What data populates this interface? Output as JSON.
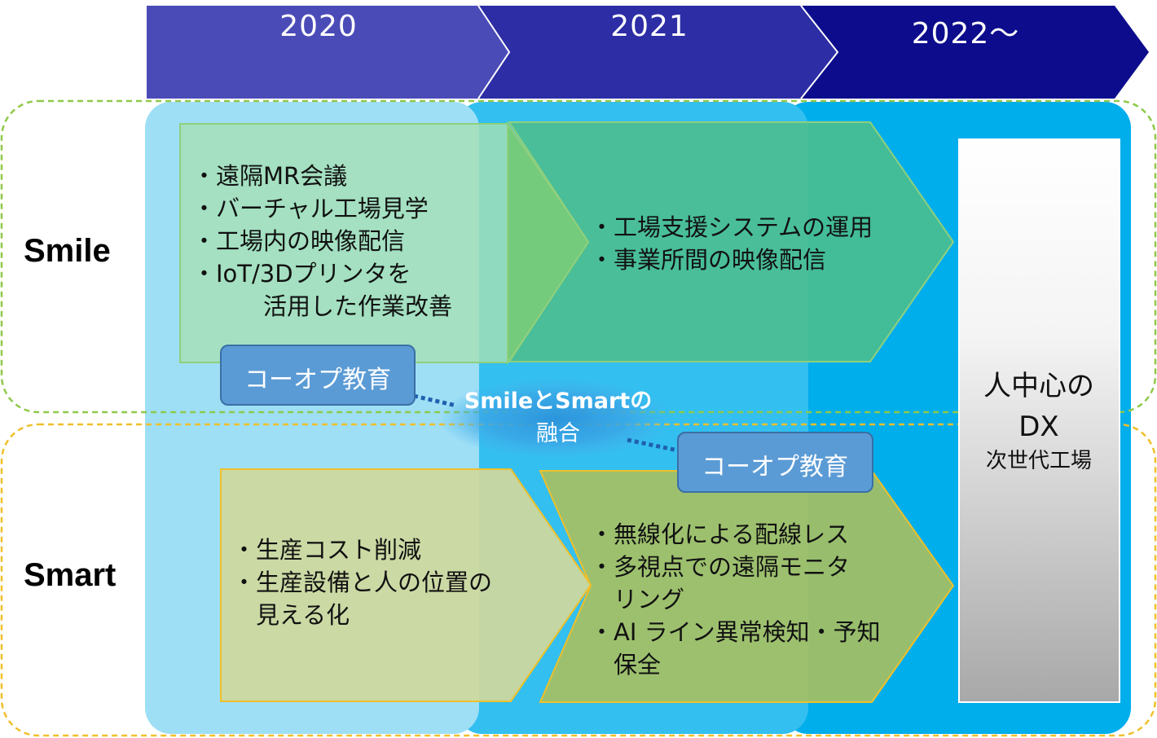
{
  "timeline": {
    "years": [
      "2020",
      "2021",
      "2022～"
    ],
    "colors": [
      "#4b4bb8",
      "#2d2da6",
      "#0c0c8c"
    ]
  },
  "rows": {
    "smile": "Smile",
    "smart": "Smart"
  },
  "smile_2020_items": [
    "・遠隔MR会議",
    "・バーチャル工場見学",
    "・工場内の映像配信",
    "・IoT/3Dプリンタを",
    "　　　活用した作業改善"
  ],
  "smile_2021_items": [
    "・工場支援システムの運用",
    "・事業所間の映像配信"
  ],
  "smart_2020_items": [
    "・生産コスト削減",
    "・生産設備と人の位置の",
    "　見える化"
  ],
  "smart_2021_items": [
    "・無線化による配線レス",
    "・多視点での遠隔モニタ",
    "　リング",
    "・AI ライン異常検知・予知",
    "　保全"
  ],
  "coop_label": "コーオプ教育",
  "fusion": {
    "line1": "SmileとSmartの",
    "line2": "融合"
  },
  "goal": {
    "line1": "人中心の",
    "line2": "DX",
    "line3": "次世代工場"
  },
  "colors": {
    "col_2020": "#9edff6",
    "col_2021": "#33bff0",
    "col_2022": "#00aeec",
    "smile_box": "#9fdcb1",
    "smile_arrow": "#4cbe8c",
    "smart_box": "#cdd79a",
    "smart_arrow": "#a7bf5e",
    "coop_box": "#5b9bd5",
    "smile_border": "#8fc94a",
    "smart_border": "#efc02a"
  }
}
